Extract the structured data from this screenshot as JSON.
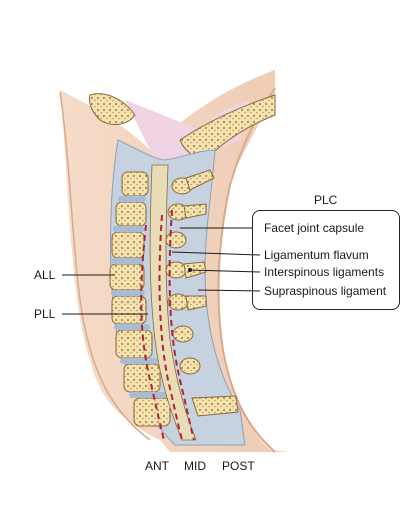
{
  "labels": {
    "plc_title": "PLC",
    "facet_joint_capsule": "Facet joint capsule",
    "ligamentum_flavum": "Ligamentum flavum",
    "interspinous_ligaments": "Interspinous ligaments",
    "supraspinous_ligament": "Supraspinous ligament",
    "all": "ALL",
    "pll": "PLL",
    "ant": "ANT",
    "mid": "MID",
    "post": "POST"
  },
  "colors": {
    "skin": "#f2d7c4",
    "ligament": "#c6d2e0",
    "bone": "#f3e2b4",
    "column_line": "#b0243a",
    "skull_pink": "#f0d4e4"
  }
}
